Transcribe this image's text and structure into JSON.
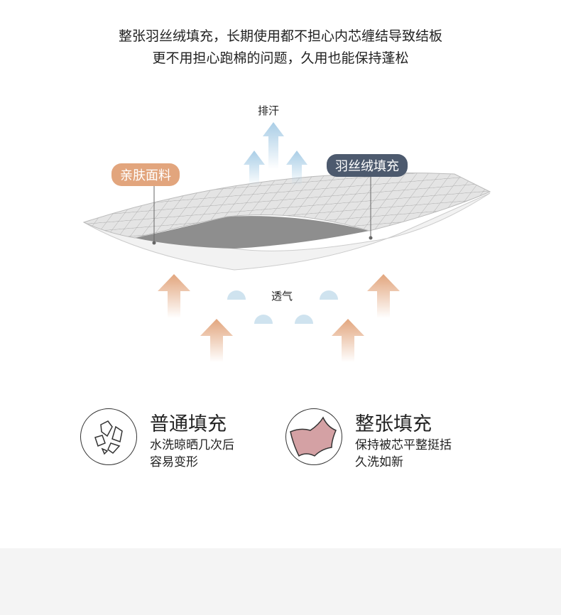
{
  "headline": {
    "line1": "整张羽丝绒填充，长期使用都不担心内芯缠结导致结板",
    "line2": "更不用担心跑棉的问题，久用也能保持蓬松"
  },
  "diagram": {
    "sweat_label": "排汗",
    "skin_fabric_label": "亲肤面料",
    "filling_label": "羽丝绒填充",
    "breathable_label": "透气",
    "colors": {
      "orange": "#e2a57d",
      "navy": "#4d5a6e",
      "blue": "#a9cde6"
    }
  },
  "features": [
    {
      "title": "普通填充",
      "desc1": "水洗晾晒几次后",
      "desc2": "容易变形",
      "icon": "broken-pieces-icon"
    },
    {
      "title": "整张填充",
      "desc1": "保持被芯平整挺括",
      "desc2": "久洗如新",
      "icon": "whole-sheet-icon"
    }
  ]
}
